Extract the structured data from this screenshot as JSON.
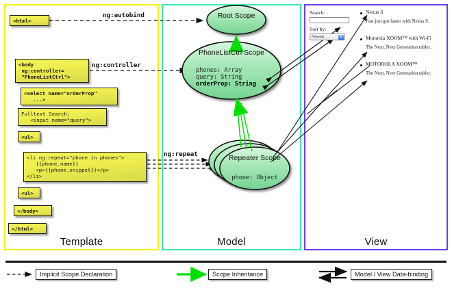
{
  "columns": [
    {
      "id": "template",
      "label": "Template",
      "border": "#f2f20a"
    },
    {
      "id": "model",
      "label": "Model",
      "border": "#3ce8ac"
    },
    {
      "id": "view",
      "label": "View",
      "border": "#6a3cf0"
    }
  ],
  "template": {
    "boxes": [
      {
        "name": "html-open-tag",
        "text": "<html>"
      },
      {
        "name": "body-controller-tag",
        "text": "<body\n ng:controller=\n \"PhoneListCtrl\">"
      },
      {
        "name": "select-orderprop-tag",
        "text": "<select name=\"orderProp\"\n   ...>"
      },
      {
        "name": "fulltext-search-input",
        "text": "Fulltext Search:\n   <input name=\"query\">"
      },
      {
        "name": "ul-open-tag",
        "text": "<ul>"
      },
      {
        "name": "li-ngrepeat-tag",
        "text": "<li ng:repeat=\"phone in phones\">\n   {{phone.name}}\n   <p>{{phone.snippet}}</p>\n</li>"
      },
      {
        "name": "ul-close-tag",
        "text": "<ul>"
      },
      {
        "name": "body-close-tag",
        "text": "</body>"
      },
      {
        "name": "html-close-tag",
        "text": "</html>"
      }
    ]
  },
  "model": {
    "scopes": [
      {
        "name": "root-scope",
        "title": "Root\nScope",
        "props": []
      },
      {
        "name": "phonelistctrl-scope",
        "title": "PhoneListCtrl\nScope",
        "props": [
          "phones: Array",
          "query: String"
        ],
        "bold_prop": "orderProp: String"
      },
      {
        "name": "repeater-scope",
        "title": "Repeater\nScope",
        "props": [
          "phone: Object"
        ]
      }
    ],
    "connection_labels": [
      {
        "name": "ng-autobind-label",
        "text": "ng:autobind"
      },
      {
        "name": "ng-controller-label",
        "text": "ng:controller"
      },
      {
        "name": "ng-repeat-label",
        "text": "ng:repeat"
      }
    ]
  },
  "view": {
    "search_label": "Search:",
    "search_value": "",
    "sort_label": "Sort by:",
    "sort_selected": "Newest",
    "phones": [
      {
        "name": "Nexus S",
        "snippet": "Fast just got faster with Nexus S."
      },
      {
        "name": "Motorola XOOM™ with Wi-Fi",
        "snippet": "The Next, Next Generation tablet."
      },
      {
        "name": "MOTOROLA XOOM™",
        "snippet": "The Next, Next Generation tablet."
      }
    ]
  },
  "legend": [
    {
      "name": "implicit-scope-declaration",
      "label": "Implicit Scope Declaration",
      "arrow": "dashed",
      "color": "#111111"
    },
    {
      "name": "scope-inheritance",
      "label": "Scope Inheritance",
      "arrow": "solid-green",
      "color": "#00e000"
    },
    {
      "name": "model-view-data-binding",
      "label": "Model / View Data-binding",
      "arrow": "bidirectional",
      "color": "#111111"
    }
  ]
}
